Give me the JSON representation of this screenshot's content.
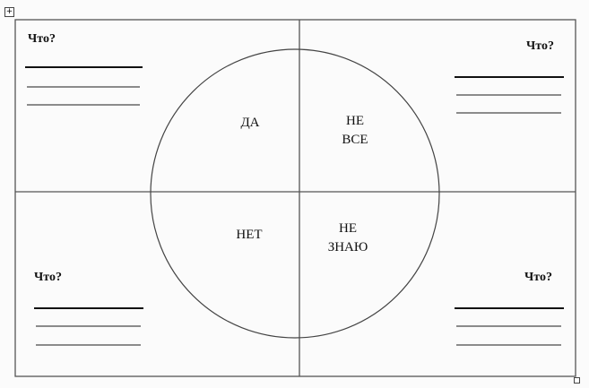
{
  "quadrants": {
    "top_left": {
      "question": "Что?"
    },
    "top_right": {
      "question": "Что?"
    },
    "bottom_left": {
      "question": "Что?"
    },
    "bottom_right": {
      "question": "Что?"
    }
  },
  "circle": {
    "yes": "ДА",
    "not_all_line1": "НЕ",
    "not_all_line2": "ВСЕ",
    "no": "НЕТ",
    "dont_know_line1": "НЕ",
    "dont_know_line2": "ЗНАЮ"
  }
}
